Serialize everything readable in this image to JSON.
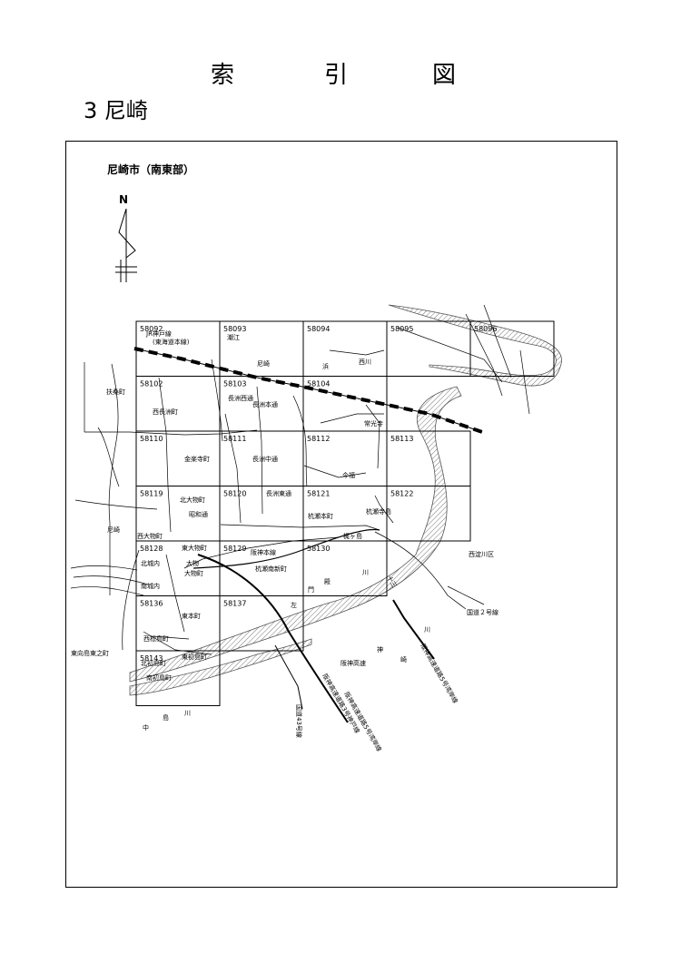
{
  "header": {
    "title_chars": [
      "索",
      "引",
      "図"
    ],
    "subtitle": "3 尼崎"
  },
  "map": {
    "area_label": "尼崎市（南東部）",
    "north": "N",
    "grid_cells": [
      {
        "id": "58092"
      },
      {
        "id": "58093"
      },
      {
        "id": "58094"
      },
      {
        "id": "58095"
      },
      {
        "id": "58096"
      },
      {
        "id": "58102"
      },
      {
        "id": "58103"
      },
      {
        "id": "58104"
      },
      {
        "id": "58110"
      },
      {
        "id": "58111"
      },
      {
        "id": "58112"
      },
      {
        "id": "58113"
      },
      {
        "id": "58119"
      },
      {
        "id": "58120"
      },
      {
        "id": "58121"
      },
      {
        "id": "58122"
      },
      {
        "id": "58128"
      },
      {
        "id": "58129"
      },
      {
        "id": "58130"
      },
      {
        "id": "58136"
      },
      {
        "id": "58137"
      },
      {
        "id": "58143"
      }
    ],
    "place_names": [
      "JR神戸線",
      "(東海道本線)",
      "潮江",
      "尼崎",
      "浜",
      "西川",
      "扶桑町",
      "西長洲町",
      "長洲西通",
      "長洲本通",
      "常光寺",
      "金楽寺町",
      "長洲中通",
      "今福",
      "北大物町",
      "長洲東通",
      "杭瀬寺島",
      "昭和通",
      "杭瀬本町",
      "梶ヶ島",
      "尼崎",
      "西大物町",
      "西淀川区",
      "東大物町",
      "阪神本線",
      "北城内",
      "大物",
      "大物町",
      "杭瀬南新町",
      "殿",
      "川",
      "南城内",
      "門",
      "国道２号線",
      "左",
      "東本町",
      "西松島町",
      "川",
      "東向島東之町",
      "北初島町",
      "東初島町",
      "阪神高速",
      "崎",
      "神",
      "南初島町",
      "中",
      "島",
      "川",
      "国道43号線",
      "阪神高速道路3号神戸線",
      "阪神高速道路5号湾岸線",
      "十三",
      "阪神高速道路5号湾岸線"
    ]
  }
}
